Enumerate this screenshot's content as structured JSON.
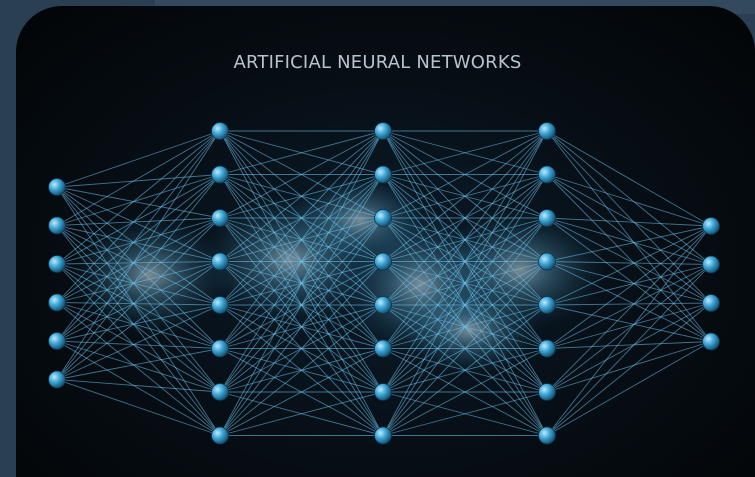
{
  "title": "ARTIFICIAL NEURAL NETWORKS",
  "colors": {
    "background": "#2a3f52",
    "panel": "#060c12",
    "node": "#3fa7d6",
    "edge": "#6fc6f0",
    "glow": "#d8f2ff",
    "title": "#b9c3cc"
  },
  "network": {
    "layer_sizes": [
      6,
      8,
      8,
      8,
      4
    ]
  }
}
